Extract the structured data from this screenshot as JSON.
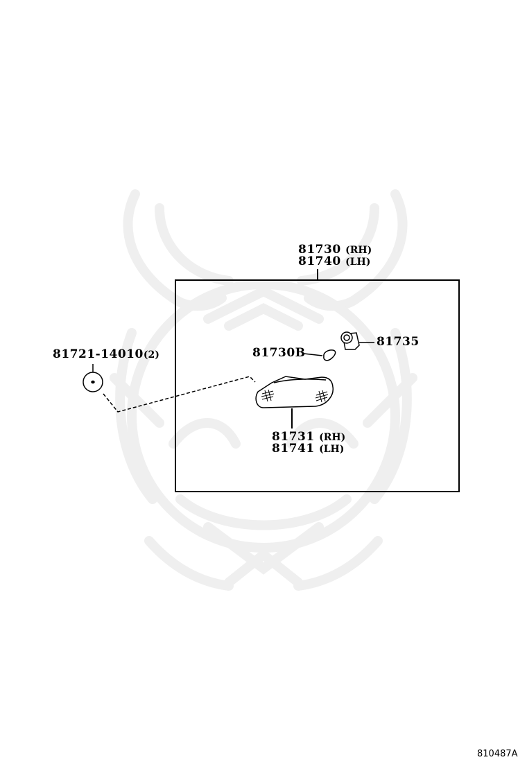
{
  "diagram": {
    "type": "parts-exploded-view",
    "assembly": {
      "part_numbers": [
        "81730",
        "81740"
      ],
      "sides": [
        "(RH)",
        "(LH)"
      ]
    },
    "callouts": [
      {
        "id": "assembly-rh",
        "number": "81730",
        "side": "(RH)"
      },
      {
        "id": "assembly-lh",
        "number": "81740",
        "side": "(LH)"
      },
      {
        "id": "bulb",
        "number": "81730B",
        "side": ""
      },
      {
        "id": "socket",
        "number": "81735",
        "side": ""
      },
      {
        "id": "lens-rh",
        "number": "81731",
        "side": "(RH)"
      },
      {
        "id": "lens-lh",
        "number": "81741",
        "side": "(LH)"
      },
      {
        "id": "grommet",
        "number": "81721-14010",
        "side": "(2)"
      }
    ],
    "figure_code": "810487A",
    "colors": {
      "line": "#000000",
      "watermark": "#efefef",
      "background": "#ffffff"
    }
  }
}
